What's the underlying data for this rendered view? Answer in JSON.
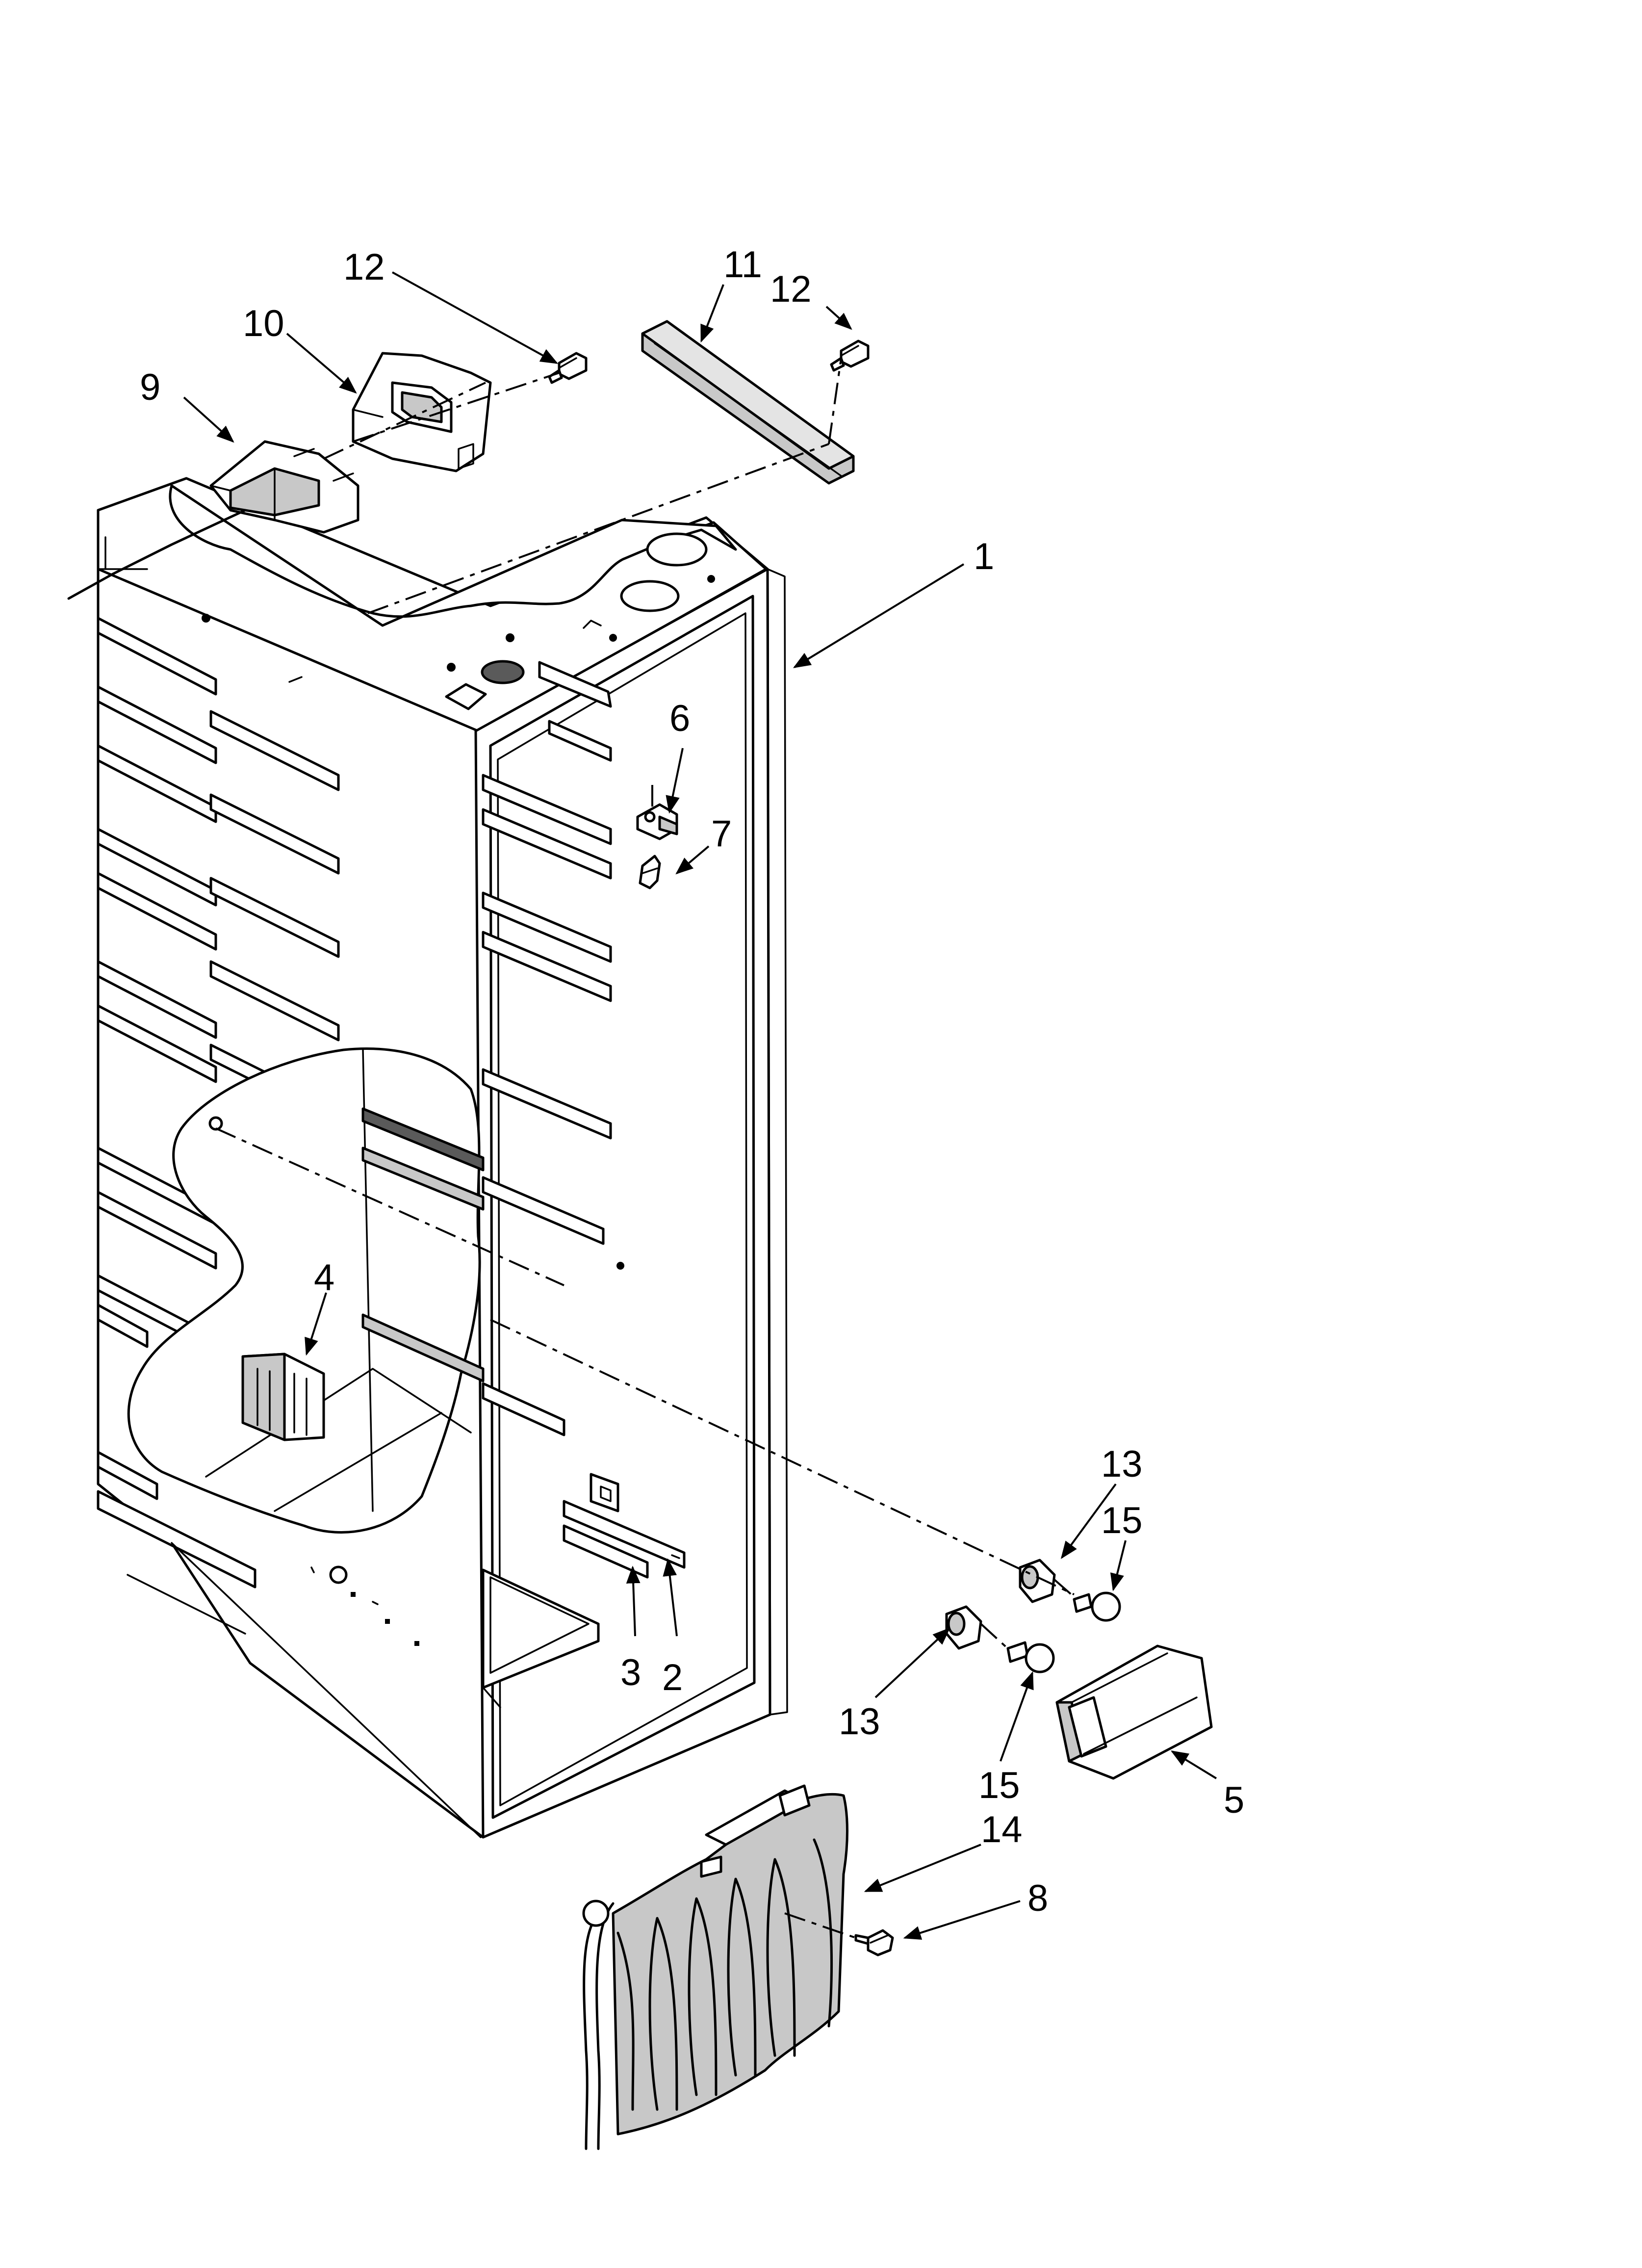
{
  "colors": {
    "line": "#000000",
    "background": "#ffffff",
    "shade": "#c8c8c8"
  },
  "labels": [
    {
      "id": "p1",
      "text": "1"
    },
    {
      "id": "p2",
      "text": "2"
    },
    {
      "id": "p3",
      "text": "3"
    },
    {
      "id": "p4",
      "text": "4"
    },
    {
      "id": "p5",
      "text": "5"
    },
    {
      "id": "p6",
      "text": "6"
    },
    {
      "id": "p7",
      "text": "7"
    },
    {
      "id": "p8",
      "text": "8"
    },
    {
      "id": "p9",
      "text": "9"
    },
    {
      "id": "p10",
      "text": "10"
    },
    {
      "id": "p11",
      "text": "11"
    },
    {
      "id": "p12a",
      "text": "12"
    },
    {
      "id": "p12b",
      "text": "12"
    },
    {
      "id": "p13a",
      "text": "13"
    },
    {
      "id": "p13b",
      "text": "13"
    },
    {
      "id": "p14",
      "text": "14"
    },
    {
      "id": "p15a",
      "text": "15"
    },
    {
      "id": "p15b",
      "text": "15"
    }
  ]
}
